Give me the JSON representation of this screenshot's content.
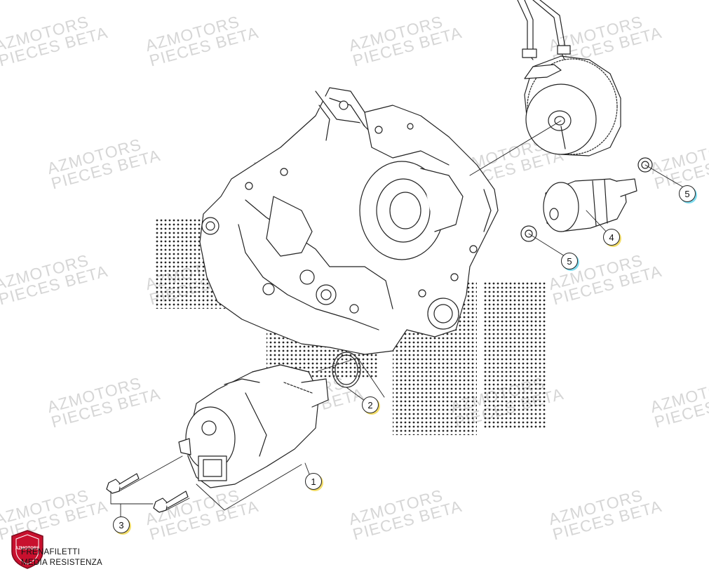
{
  "watermark": {
    "line1": "AZMOTORS",
    "line2": "PIECES BETA"
  },
  "callouts": [
    {
      "id": "callout-1",
      "label": "1"
    },
    {
      "id": "callout-2",
      "label": "2"
    },
    {
      "id": "callout-3",
      "label": "3"
    },
    {
      "id": "callout-4",
      "label": "4"
    },
    {
      "id": "callout-5a",
      "label": "5"
    },
    {
      "id": "callout-5b",
      "label": "5"
    }
  ],
  "note": {
    "line1": "FRENAFILETTI",
    "line2": "MEDIA RESISTENZA"
  },
  "logo": {
    "text": "AZMOTORS",
    "color": "#c8102e"
  },
  "colors": {
    "line": "#222222",
    "watermark": "#d6d6d6",
    "callout_yellow": "#f2dd6a",
    "callout_cyan": "#7fdcef"
  }
}
